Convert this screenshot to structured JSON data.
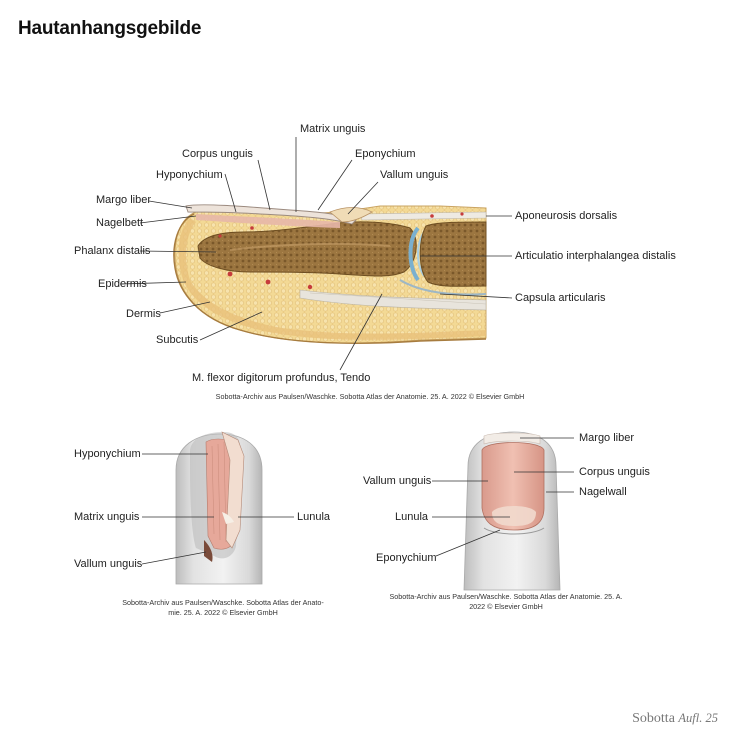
{
  "page": {
    "title": "Hautanhangsgebilde",
    "brand": "Sobotta",
    "edition": "Aufl. 25"
  },
  "figure_top": {
    "labels": {
      "matrix_unguis": "Matrix unguis",
      "corpus_unguis": "Corpus unguis",
      "eponychium": "Eponychium",
      "hyponychium": "Hyponychium",
      "vallum_unguis": "Vallum unguis",
      "margo_liber": "Margo liber",
      "nagelbett": "Nagelbett",
      "aponeurosis_dorsalis": "Aponeurosis dorsalis",
      "phalanx_distalis": "Phalanx distalis",
      "articulatio": "Articulatio interphalangea distalis",
      "epidermis": "Epidermis",
      "capsula_articularis": "Capsula articularis",
      "dermis": "Dermis",
      "subcutis": "Subcutis",
      "m_flexor": "M. flexor digitorum profundus, Tendo"
    },
    "caption": "Sobotta-Archiv aus Paulsen/Waschke. Sobotta Atlas der Anatomie. 25. A. 2022 © Elsevier GmbH"
  },
  "figure_left": {
    "labels": {
      "hyponychium": "Hyponychium",
      "matrix_unguis": "Matrix unguis",
      "lunula": "Lunula",
      "vallum_unguis": "Vallum unguis"
    },
    "caption_line1": "Sobotta-Archiv aus Paulsen/Waschke. Sobotta Atlas der Anato-",
    "caption_line2": "mie. 25. A. 2022 © Elsevier GmbH"
  },
  "figure_right": {
    "labels": {
      "margo_liber": "Margo liber",
      "corpus_unguis": "Corpus unguis",
      "vallum_unguis": "Vallum unguis",
      "nagelwall": "Nagelwall",
      "lunula": "Lunula",
      "eponychium": "Eponychium"
    },
    "caption_line1": "Sobotta-Archiv aus Paulsen/Waschke. Sobotta Atlas der Anatomie. 25. A.",
    "caption_line2": "2022 © Elsevier GmbH"
  }
}
